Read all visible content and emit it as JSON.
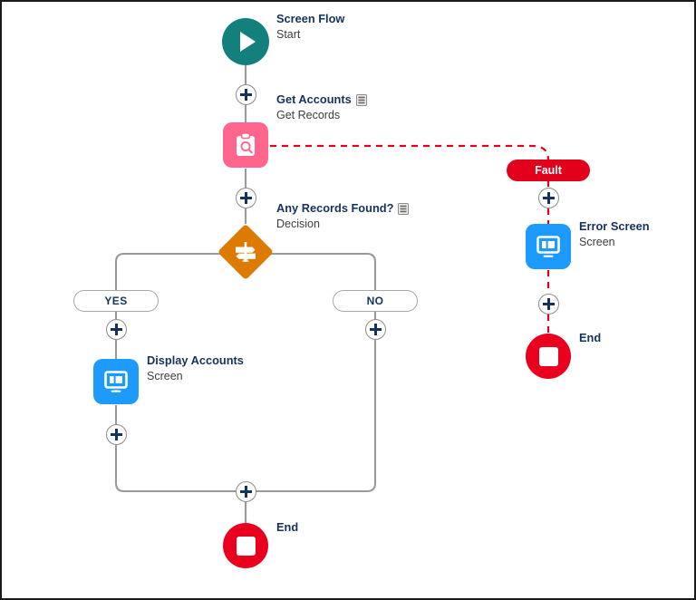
{
  "canvas": {
    "title": "Flow Builder Canvas",
    "background_color": "#ffffff",
    "border_color": "#1b1b1b"
  },
  "palette": {
    "start_teal": "#13807e",
    "get_records_pink": "#ff668c",
    "decision_orange": "#dd7a01",
    "screen_blue": "#1d9bfc",
    "end_red": "#ea001e",
    "fault_red": "#e3001b",
    "connector_gray": "#8c8c8c",
    "plus_navy": "#16325c",
    "title_navy": "#16325c",
    "subtitle_gray": "#3e3e3c"
  },
  "nodes": {
    "start": {
      "title": "Screen Flow",
      "subtitle": "Start",
      "icon": "play-icon",
      "has_description_badge": false
    },
    "get_accounts": {
      "title": "Get Accounts",
      "subtitle": "Get Records",
      "icon": "get-records-icon",
      "has_description_badge": true
    },
    "decision": {
      "title": "Any Records Found?",
      "subtitle": "Decision",
      "icon": "decision-signpost-icon",
      "has_description_badge": true
    },
    "display_accounts": {
      "title": "Display Accounts",
      "subtitle": "Screen",
      "icon": "screen-monitor-icon",
      "has_description_badge": false
    },
    "error_screen": {
      "title": "Error Screen",
      "subtitle": "Screen",
      "icon": "screen-monitor-icon",
      "has_description_badge": false
    },
    "end_main": {
      "title": "End",
      "icon": "end-stop-icon"
    },
    "end_fault": {
      "title": "End",
      "icon": "end-stop-icon"
    }
  },
  "branches": {
    "yes_label": "YES",
    "no_label": "NO",
    "fault_label": "Fault"
  },
  "connectors": {
    "add_button_label": "+",
    "count": 8
  }
}
